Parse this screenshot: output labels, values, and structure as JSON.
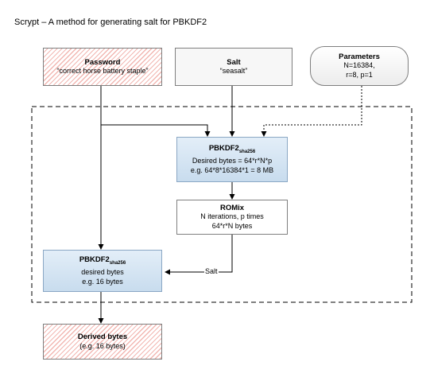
{
  "title": "Scrypt – A method for generating salt for PBKDF2",
  "password": {
    "title": "Password",
    "value": "“correct horse battery staple”"
  },
  "salt": {
    "title": "Salt",
    "value": "“seasalt”"
  },
  "parameters": {
    "title": "Parameters",
    "line1": "N=16384,",
    "line2": "r=8, p=1"
  },
  "pbkdf2_top": {
    "title": "PBKDF2",
    "subscript": "sha256",
    "line1": "Desired bytes = 64*r*N*p",
    "line2": "e.g. 64*8*16384*1 = 8 MB"
  },
  "romix": {
    "title": "ROMix",
    "line1": "N iterations, p times",
    "line2": "64*r*N bytes"
  },
  "pbkdf2_bottom": {
    "title": "PBKDF2",
    "subscript": "sha256",
    "line1": "desired bytes",
    "line2": "e.g. 16 bytes"
  },
  "salt_label": "Salt",
  "derived": {
    "title": "Derived bytes",
    "value": "(e.g. 16 bytes)"
  }
}
